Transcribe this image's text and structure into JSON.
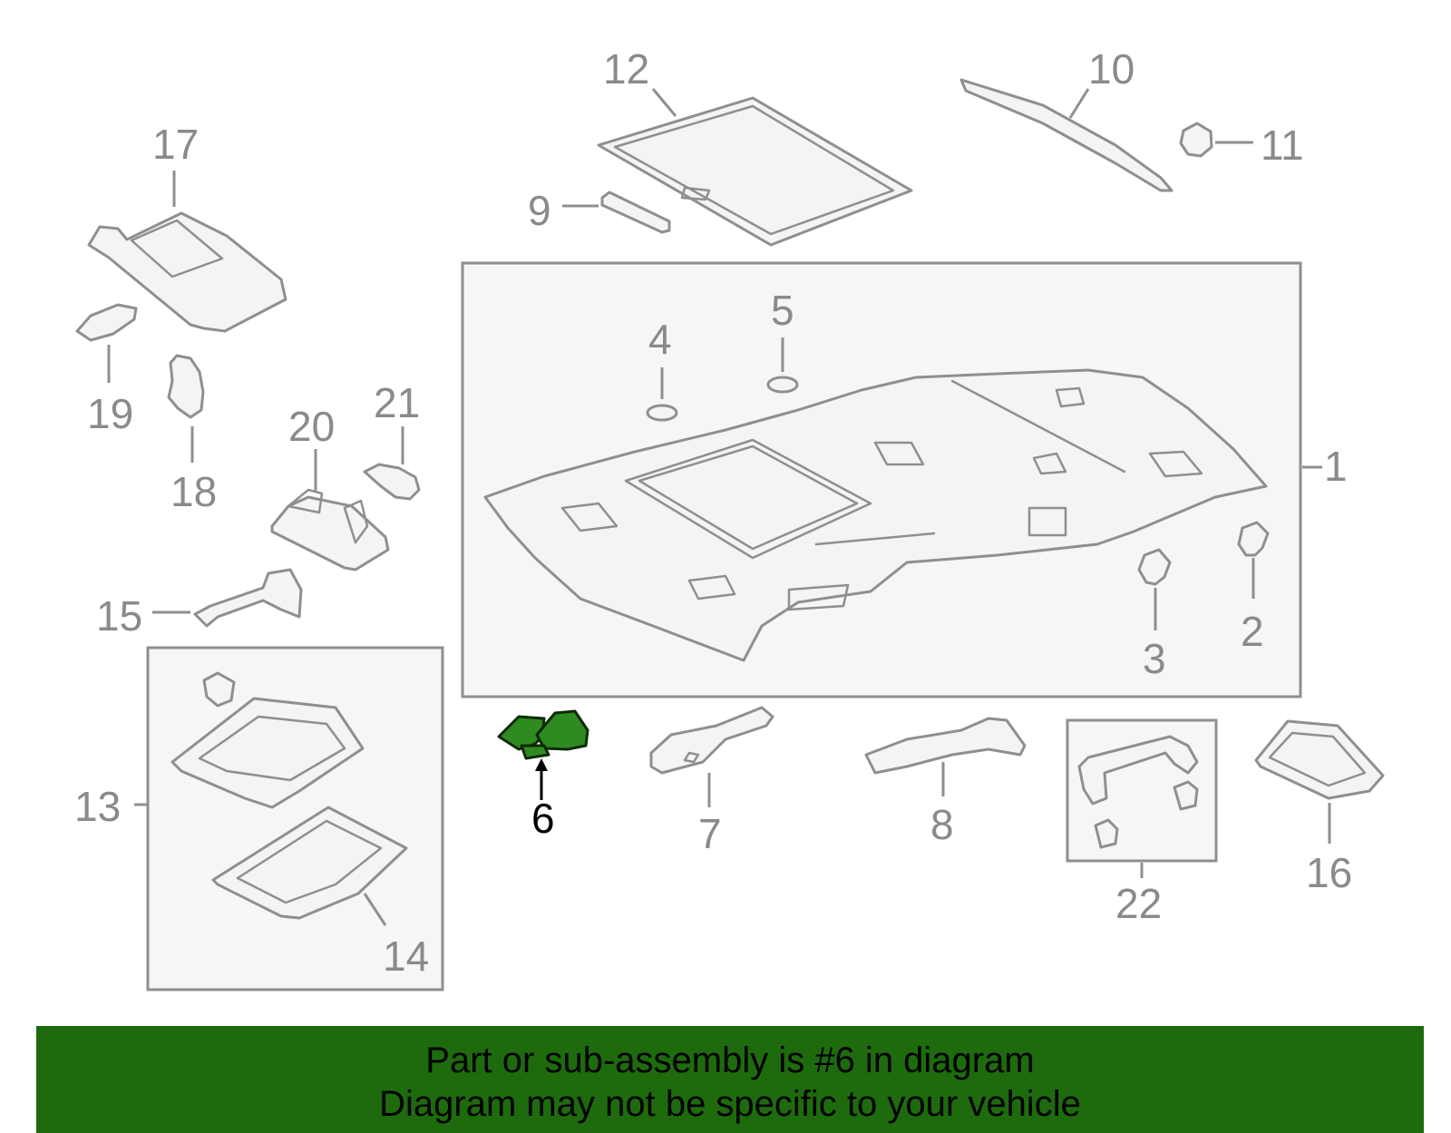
{
  "callouts": {
    "c1": "1",
    "c2": "2",
    "c3": "3",
    "c4": "4",
    "c5": "5",
    "c6": "6",
    "c7": "7",
    "c8": "8",
    "c9": "9",
    "c10": "10",
    "c11": "11",
    "c12": "12",
    "c13": "13",
    "c14": "14",
    "c15": "15",
    "c16": "16",
    "c17": "17",
    "c18": "18",
    "c19": "19",
    "c20": "20",
    "c21": "21",
    "c22": "22"
  },
  "highlight": {
    "part_number": "6",
    "color": "#2e8b1f"
  },
  "banner": {
    "line1": "Part or sub-assembly is #6 in diagram",
    "line2": "Diagram may not be specific to your vehicle",
    "background": "#1e6b0e"
  }
}
